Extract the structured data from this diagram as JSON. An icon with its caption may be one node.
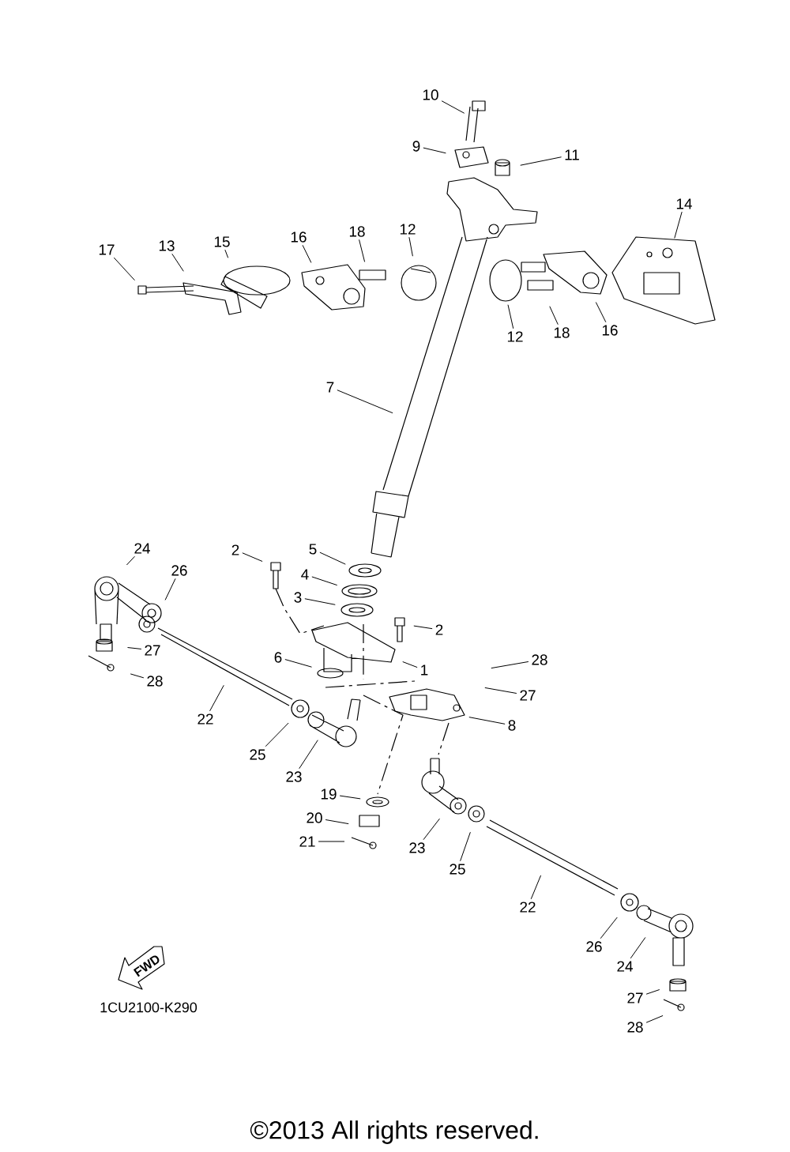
{
  "diagram": {
    "nodes": [
      {
        "text": [
          "10"
        ]
      },
      {
        "text": [
          "9"
        ]
      },
      {
        "text": [
          "11"
        ]
      },
      {
        "text": [
          "14"
        ]
      },
      {
        "text": [
          "17"
        ]
      },
      {
        "text": [
          "13"
        ]
      },
      {
        "text": [
          "15"
        ]
      },
      {
        "text": [
          "16"
        ]
      },
      {
        "text": [
          "18"
        ]
      },
      {
        "text": [
          "12"
        ]
      },
      {
        "text": [
          "12"
        ]
      },
      {
        "text": [
          "18"
        ]
      },
      {
        "text": [
          "16"
        ]
      },
      {
        "text": [
          "7"
        ]
      },
      {
        "text": [
          "24"
        ]
      },
      {
        "text": [
          "2"
        ]
      },
      {
        "text": [
          "26"
        ]
      },
      {
        "text": [
          "5"
        ]
      },
      {
        "text": [
          "4"
        ]
      },
      {
        "text": [
          "3"
        ]
      },
      {
        "text": [
          "2"
        ]
      },
      {
        "text": [
          "27"
        ]
      },
      {
        "text": [
          "28"
        ]
      },
      {
        "text": [
          "6"
        ]
      },
      {
        "text": [
          "1"
        ]
      },
      {
        "text": [
          "28"
        ]
      },
      {
        "text": [
          "27"
        ]
      },
      {
        "text": [
          "8"
        ]
      },
      {
        "text": [
          "22"
        ]
      },
      {
        "text": [
          "25"
        ]
      },
      {
        "text": [
          "23"
        ]
      },
      {
        "text": [
          "19"
        ]
      },
      {
        "text": [
          "20"
        ]
      },
      {
        "text": [
          "21"
        ]
      },
      {
        "text": [
          "23"
        ]
      },
      {
        "text": [
          "25"
        ]
      },
      {
        "text": [
          "22"
        ]
      },
      {
        "text": [
          "26"
        ]
      },
      {
        "text": [
          "24"
        ]
      },
      {
        "text": [
          "27"
        ]
      },
      {
        "text": [
          "28"
        ]
      }
    ],
    "edges": [
      {
        "from": 0,
        "to": null,
        "arrow": "none"
      },
      {
        "from": 1,
        "to": null,
        "arrow": "none"
      },
      {
        "from": 2,
        "to": null,
        "arrow": "none"
      },
      {
        "from": 3,
        "to": null,
        "arrow": "none"
      },
      {
        "from": 4,
        "to": null,
        "arrow": "none"
      },
      {
        "from": 5,
        "to": null,
        "arrow": "none"
      },
      {
        "from": 6,
        "to": null,
        "arrow": "none"
      },
      {
        "from": 7,
        "to": null,
        "arrow": "none"
      },
      {
        "from": 8,
        "to": null,
        "arrow": "none"
      },
      {
        "from": 9,
        "to": null,
        "arrow": "none"
      },
      {
        "from": 10,
        "to": null,
        "arrow": "none"
      },
      {
        "from": 11,
        "to": null,
        "arrow": "none"
      },
      {
        "from": 12,
        "to": null,
        "arrow": "none"
      },
      {
        "from": 13,
        "to": null,
        "arrow": "none"
      },
      {
        "from": 14,
        "to": null,
        "arrow": "none"
      },
      {
        "from": 15,
        "to": null,
        "arrow": "none"
      },
      {
        "from": 16,
        "to": null,
        "arrow": "none"
      },
      {
        "from": 17,
        "to": null,
        "arrow": "none"
      },
      {
        "from": 18,
        "to": null,
        "arrow": "none"
      },
      {
        "from": 19,
        "to": null,
        "arrow": "none"
      },
      {
        "from": 20,
        "to": null,
        "arrow": "none"
      },
      {
        "from": 21,
        "to": null,
        "arrow": "none"
      },
      {
        "from": 22,
        "to": null,
        "arrow": "none"
      },
      {
        "from": 23,
        "to": null,
        "arrow": "none"
      },
      {
        "from": 24,
        "to": null,
        "arrow": "none"
      },
      {
        "from": 25,
        "to": null,
        "arrow": "none"
      },
      {
        "from": 26,
        "to": null,
        "arrow": "none"
      },
      {
        "from": 27,
        "to": null,
        "arrow": "none"
      },
      {
        "from": 28,
        "to": null,
        "arrow": "none"
      },
      {
        "from": 29,
        "to": null,
        "arrow": "none"
      },
      {
        "from": 30,
        "to": null,
        "arrow": "none"
      },
      {
        "from": 31,
        "to": null,
        "arrow": "none"
      },
      {
        "from": 32,
        "to": null,
        "arrow": "none"
      },
      {
        "from": 33,
        "to": null,
        "arrow": "none"
      },
      {
        "from": 34,
        "to": null,
        "arrow": "none"
      },
      {
        "from": 35,
        "to": null,
        "arrow": "none"
      },
      {
        "from": 36,
        "to": null,
        "arrow": "none"
      },
      {
        "from": 37,
        "to": null,
        "arrow": "none"
      },
      {
        "from": 38,
        "to": null,
        "arrow": "none"
      },
      {
        "from": 39,
        "to": null,
        "arrow": "none"
      },
      {
        "from": 40,
        "to": null,
        "arrow": "none"
      }
    ],
    "labels": [
      "FWD",
      "1CU2100-K290",
      "©2013 All rights reserved."
    ]
  }
}
